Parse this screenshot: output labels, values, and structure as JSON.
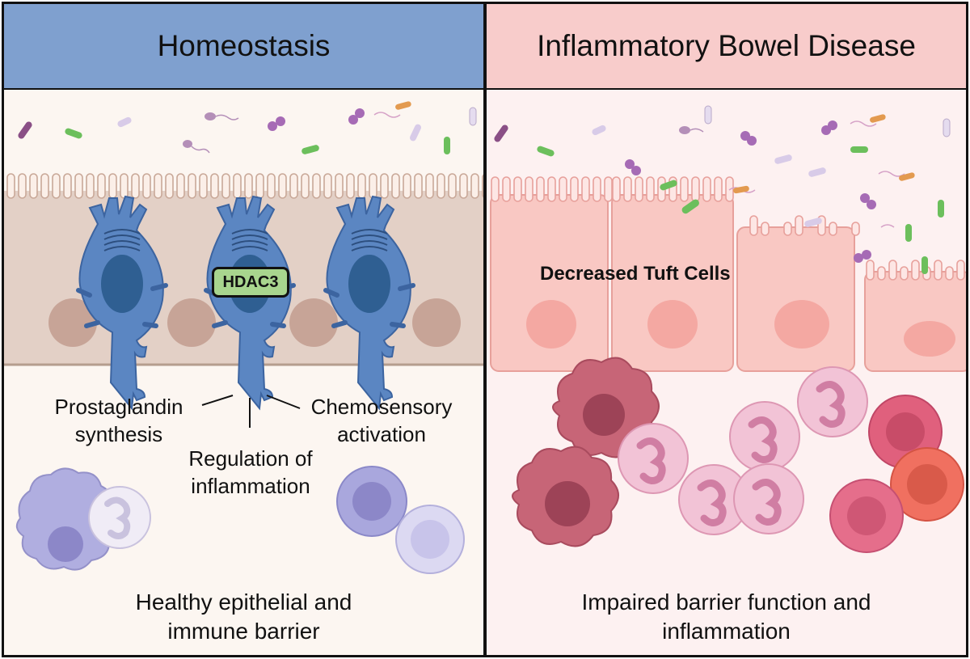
{
  "panels": {
    "homeostasis": {
      "title": "Homeostasis",
      "marker_label": "HDAC3",
      "functions": {
        "prostaglandin": [
          "Prostaglandin",
          "synthesis"
        ],
        "chemosensory": [
          "Chemosensory",
          "activation"
        ],
        "regulation": [
          "Regulation of",
          "inflammation"
        ]
      },
      "caption": [
        "Healthy epithelial and",
        "immune barrier"
      ]
    },
    "ibd": {
      "title": "Inflammatory Bowel Disease",
      "annotation": "Decreased Tuft Cells",
      "caption": [
        "Impaired barrier function and",
        "inflammation"
      ]
    }
  },
  "colors": {
    "homeostasis_header": "#7fa0cf",
    "ibd_header": "#f8cccb",
    "tuft_cell": "#5b86c2",
    "hdac3_box": "#a8d58e",
    "neutrophil": "#f2c3d6",
    "macrophage": "#c76577"
  }
}
